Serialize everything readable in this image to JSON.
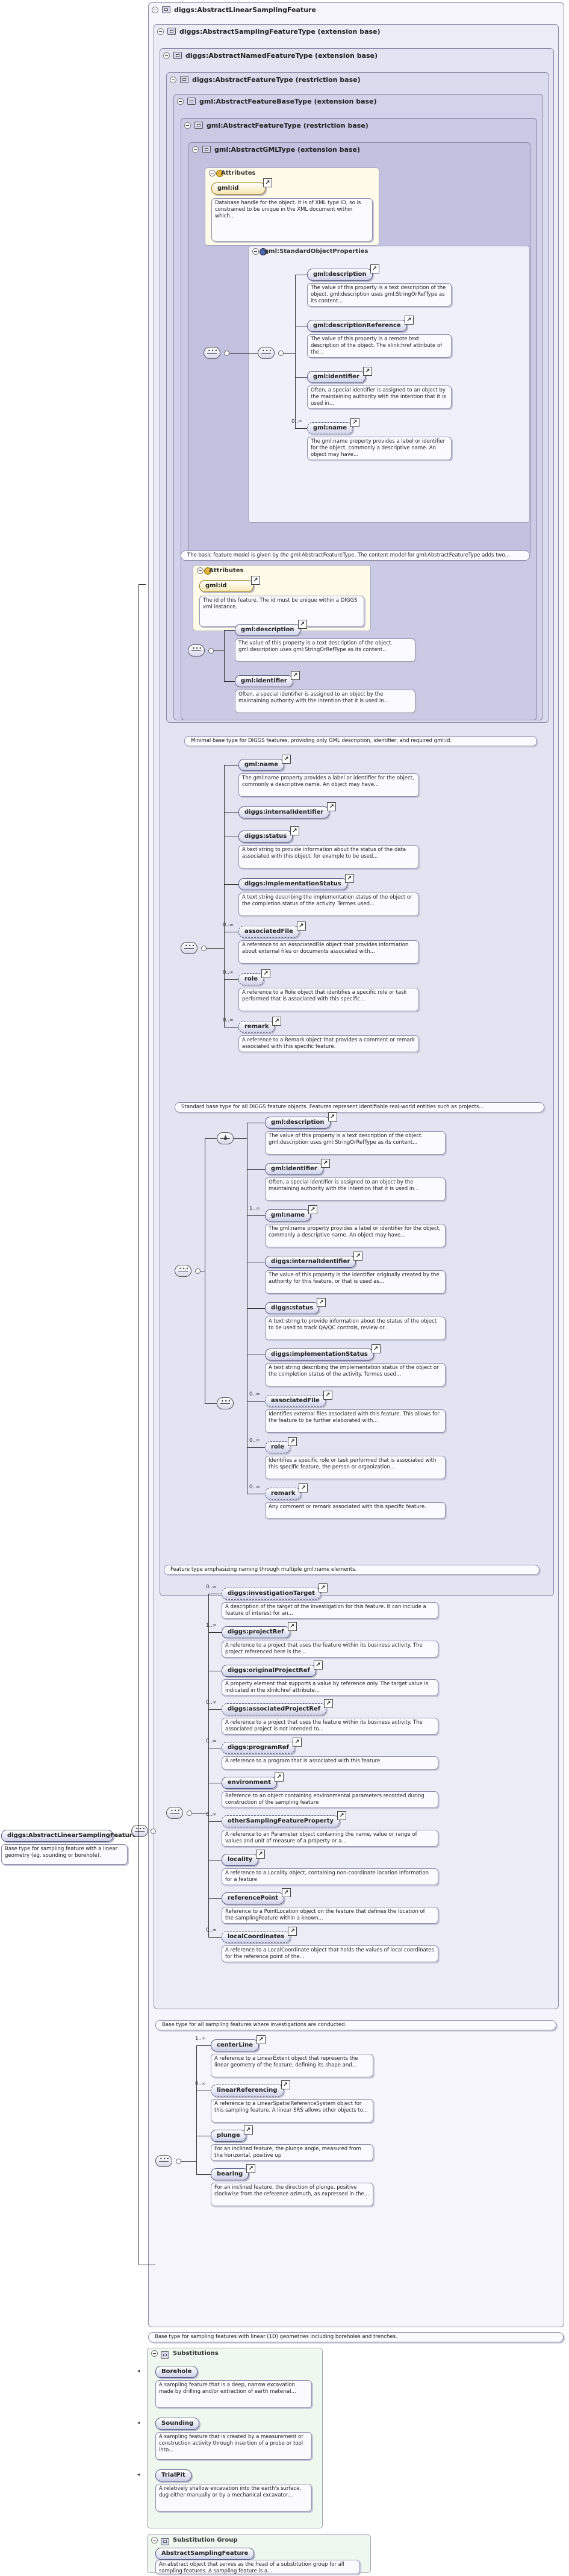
{
  "root": {
    "name": "diggs:AbstractLinearSamplingFeature",
    "desc": "Base type for sampling feature with a linear geometry (eg. sounding or borehole)."
  },
  "frames": [
    "diggs:AbstractLinearSamplingFeature",
    "diggs:AbstractSamplingFeatureType (extension base)",
    "diggs:AbstractNamedFeatureType (extension base)",
    "diggs:AbstractFeatureType (restriction base)",
    "gml:AbstractFeatureBaseType (extension base)",
    "gml:AbstractFeatureType (restriction base)",
    "gml:AbstractGMLType (extension base)"
  ],
  "gml_attributes": {
    "title": "Attributes",
    "name": "gml:id",
    "desc": "Database handle for the object. It is of XML type ID, so is constrained to be unique in the XML document within which..."
  },
  "gml_std_props": {
    "title": "gml:StandardObjectProperties",
    "items": [
      {
        "name": "gml:description",
        "mult": "",
        "desc": "The value of this property is a text description of the object. gml:description uses gml:StringOrRefType as its content..."
      },
      {
        "name": "gml:descriptionReference",
        "mult": "",
        "desc": "The value of this property is a remote text description of the object. The xlink:href attribute of the..."
      },
      {
        "name": "gml:identifier",
        "mult": "",
        "desc": "Often, a special identifier is assigned to an object by the maintaining authority with the intention that it is used in..."
      },
      {
        "name": "gml:name",
        "mult": "0..∞",
        "desc": "The gml:name property provides a label or identifier for the object, commonly a descriptive name. An object may have..."
      }
    ]
  },
  "band_feature_base": "The basic feature model is given by the gml:AbstractFeatureType. The content model for gml:AbstractFeatureType adds two...",
  "diggs_attributes": {
    "title": "Attributes",
    "name": "gml:id",
    "desc": "The id of this feature. The id must be unique within a DIGGS xml instance."
  },
  "diggs_feature_items": [
    {
      "name": "gml:description",
      "mult": "",
      "desc": "The value of this property is a text description of the object. gml:description uses gml:StringOrRefType as its content..."
    },
    {
      "name": "gml:identifier",
      "mult": "",
      "desc": "Often, a special identifier is assigned to an object by the maintaining authority with the intention that it is used in..."
    }
  ],
  "band_minimal": "Minimal base type for DIGGS features, providing only GML description, identifier, and required gml:id.",
  "named_items": [
    {
      "name": "gml:name",
      "mult": "",
      "desc": "The gml:name property provides a label or identifier for the object, commonly a descriptive name. An object may have..."
    },
    {
      "name": "diggs:internalIdentifier",
      "mult": "",
      "desc": ""
    },
    {
      "name": "diggs:status",
      "mult": "",
      "desc": "A text string to provide information about the status of the data associated with this object, for example to be used..."
    },
    {
      "name": "diggs:implementationStatus",
      "mult": "",
      "desc": "A text string describing the implementation status of the object or the completion status of the activity. Termes used..."
    },
    {
      "name": "associatedFile",
      "mult": "0..∞",
      "desc": "A reference to an AssociatedFile object that provides information about external files or documents associated with..."
    },
    {
      "name": "role",
      "mult": "0..∞",
      "desc": "A reference to a Role object that identifies a specific role or task performed that is associated with this specific..."
    },
    {
      "name": "remark",
      "mult": "0..∞",
      "desc": "A reference to a Remark object that provides a comment or remark associated with this specific feature."
    }
  ],
  "band_standard": "Standard base type for all DIGGS feature objects. Features represent identifiable real-world entities such as projects...",
  "named2_items": [
    {
      "name": "gml:description",
      "mult": "",
      "desc": "The value of this property is a text description of the object. gml:description uses gml:StringOrRefType as its content..."
    },
    {
      "name": "gml:identifier",
      "mult": "",
      "desc": "Often, a special identifier is assigned to an object by the maintaining authority with the intention that it is used in..."
    },
    {
      "name": "gml:name",
      "mult": "1..∞",
      "desc": "The gml:name property provides a label or identifier for the object, commonly a descriptive name. An object may have..."
    },
    {
      "name": "diggs:internalIdentifier",
      "mult": "",
      "desc": "The value of this property is the identifier originally created by the authority for this feature, or that is used as..."
    },
    {
      "name": "diggs:status",
      "mult": "",
      "desc": "A text string to provide information about the status of the object to be used to track QA/QC controls, review or..."
    },
    {
      "name": "diggs:implementationStatus",
      "mult": "",
      "desc": "A text string describing the implementation status of the object or the completion status of the activity. Termes used..."
    },
    {
      "name": "associatedFile",
      "mult": "0..∞",
      "desc": "Identifies external files associated with this feature. This allows for the feature to be further elaborated with..."
    },
    {
      "name": "role",
      "mult": "0..∞",
      "desc": "Identifies a specific role or task performed that is associated with this specific feature, the person or organization..."
    },
    {
      "name": "remark",
      "mult": "0..∞",
      "desc": "Any comment or remark associated with this specific feature."
    }
  ],
  "band_named": "Feature type emphasizing naming through multiple gml:name elements.",
  "sampling_items": [
    {
      "name": "diggs:investigationTarget",
      "mult": "0..∞",
      "desc": "A description of the target of the investigation for this feature. It can include a feature of interest for an..."
    },
    {
      "name": "diggs:projectRef",
      "mult": "1..∞",
      "desc": "A reference to a project that uses the feature within its business activity. The project referenced here is the..."
    },
    {
      "name": "diggs:originalProjectRef",
      "mult": "",
      "desc": "A property element that supports a value by reference only. The target value is indicated in the xlink:href attribute..."
    },
    {
      "name": "diggs:associatedProjectRef",
      "mult": "0..∞",
      "desc": "A reference to a project that uses the feature within its business activity. The associated project is not intended to..."
    },
    {
      "name": "diggs:programRef",
      "mult": "0..∞",
      "desc": "A reference to a program that is associated with this feature."
    },
    {
      "name": "environment",
      "mult": "",
      "desc": "Reference to an object containing environmental parameters recorded during construction of the sampling feature"
    },
    {
      "name": "otherSamplingFeatureProperty",
      "mult": "0..∞",
      "desc": "A reference to an Parameter object containing the name, value or range of values and unit of measure of a property or a..."
    },
    {
      "name": "locality",
      "mult": "",
      "desc": "A reference to a Locality object, containing non-coordinate location information for a feature"
    },
    {
      "name": "referencePoint",
      "mult": "",
      "desc": "Reference to a PointLocation object on the feature that defines the location of the samplingFeature within a known..."
    },
    {
      "name": "localCoordinates",
      "mult": "0..∞",
      "desc": "A reference to a LocalCoordinate object that holds the values of local coordinates for the reference point of the..."
    }
  ],
  "band_sampling": "Base type for all sampling features where investigations are conducted.",
  "linear_items": [
    {
      "name": "centerLine",
      "mult": "1..∞",
      "desc": "A reference to a LinearExtent object that represents the linear geometry of the feature, defining its shape and..."
    },
    {
      "name": "linearReferencing",
      "mult": "0..∞",
      "desc": "A reference to a LinearSpatialReferenceSystem object for this sampling feature. A linear SRS allows other objects to..."
    },
    {
      "name": "plunge",
      "mult": "",
      "desc": "For an inclined feature, the plunge angle, measured from the horizontal, positive up"
    },
    {
      "name": "bearing",
      "mult": "",
      "desc": "For an inclined feature, the direction of plunge, positive clockwise from the reference azimuth, as expressed in the..."
    }
  ],
  "band_linear": "Base type for sampling features with linear (1D) geometries including boreholes and trenches.",
  "substitutions": {
    "title": "Substitutions",
    "items": [
      {
        "name": "Borehole",
        "desc": "A sampling feature that is a deep, narrow excavation made by drilling and/or extraction of earth material..."
      },
      {
        "name": "Sounding",
        "desc": "A sampling feature that is created by a measurement or construction activity through insertion of a probe or tool into..."
      },
      {
        "name": "TrialPit",
        "desc": "A relatively shallow excavation into the earth's surface, dug either manually or by a mechanical excavator..."
      }
    ]
  },
  "subst_group": {
    "title": "Substitution Group",
    "name": "AbstractSamplingFeature",
    "desc": "An abstract object that serves as the head of a substitution group for all sampling features. A sampling feature is a..."
  }
}
